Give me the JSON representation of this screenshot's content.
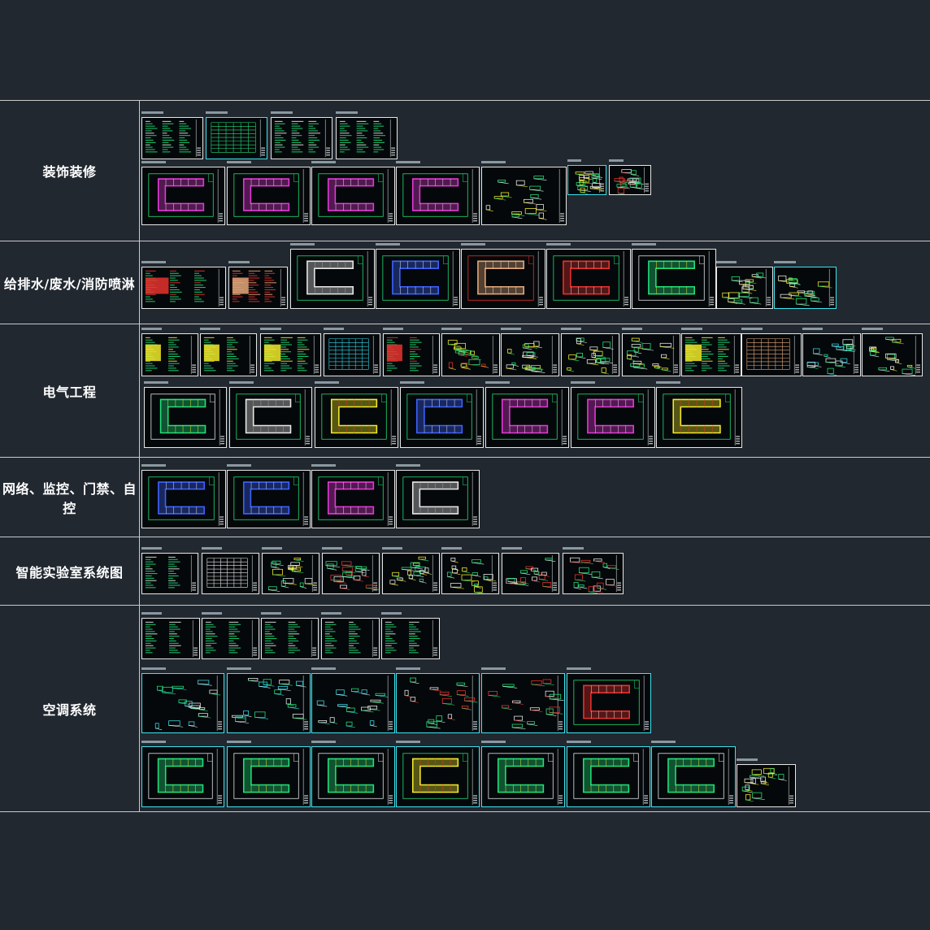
{
  "categories": [
    {
      "id": "decoration",
      "label": "装饰装修"
    },
    {
      "id": "plumbing",
      "label": "给排水/废水/消防喷淋"
    },
    {
      "id": "electrical",
      "label": "电气工程"
    },
    {
      "id": "network",
      "label": "网络、监控、门禁、自控"
    },
    {
      "id": "smartlab",
      "label": "智能实验室系统图"
    },
    {
      "id": "hvac",
      "label": "空调系统"
    }
  ],
  "colors": {
    "background": "#212830",
    "divider": "#c9c9c9",
    "sheet_border_white": "#e6e6e6",
    "sheet_border_cyan": "#3fe3ee",
    "cad_green": "#22e07a",
    "cad_magenta": "#e33ad8",
    "cad_yellow": "#f2ea2a",
    "cad_cyan": "#34d6e6",
    "cad_red": "#e8322e",
    "cad_white": "#e8e8e8"
  }
}
